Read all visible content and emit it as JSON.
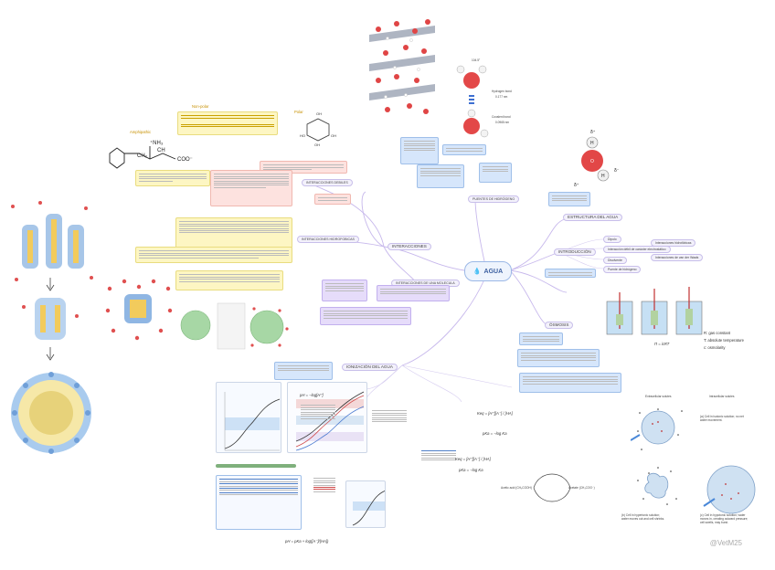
{
  "center": {
    "label": "AGUA"
  },
  "branches": {
    "interacciones": "INTERACCIONES",
    "estructura": "ESTRUCTURA DEL AGUA",
    "introduccion": "INTRODUCCIÓN",
    "osmosis": "ÓSMOSIS",
    "ionizacion": "IONIZACIÓN DEL AGUA",
    "sub_puentes": "PUENTES DE HIDRÓGENO",
    "sub_interacciones_debiles": "INTERACCIONES DEBILES",
    "sub_no_polares": "INTERACCIONES HIDROFOBICAS",
    "sub_disueltos": "INTERACCIONES DE UNA MOLECULA",
    "intro_1": "Dipolo",
    "intro_2": "Interacción débil de carácter electrostático",
    "intro_3": "Disolvente",
    "intro_4": "Puente de hidrógeno",
    "intro_5": "Interacciones hidrofóbicas",
    "intro_6": "Interacciones de van der Waals"
  },
  "molecule_labels": {
    "nonpolar": "Non-polar",
    "polar": "Polar",
    "amphipathic": "Amphipathic",
    "hydrogen_bond": "Hydrogen bond",
    "hydrogen_bond_len": "0.177 nm",
    "covalent_bond": "Covalent bond",
    "covalent_bond_len": "0.0965 nm",
    "angle": "104.5°"
  },
  "osmosis_labels": {
    "formula": "Π = icRT",
    "r_def": "R: gas constant",
    "t_def": "T: absolute temperature",
    "c_def": "c: osmolarity",
    "extracellular": "Extracellular solutes",
    "intracellular": "Intracellular solutes",
    "isotonic": "(a) Cell in isotonic solution; no net water movement.",
    "hypertonic": "(b) Cell in hypertonic solution; water moves out and cell shrinks.",
    "hypotonic": "(c) Cell in hypotonic solution; water moves in, creating outward pressure; cell swells, may burst."
  },
  "equations": {
    "ph": "pH = −log[H⁺]",
    "keq": "Keq = [H⁺][A⁻] / [HA]",
    "pka": "pKa = −log Ka",
    "hh": "pH = pKa + log([A⁻]/[HA])",
    "acetic": "Acetic acid (CH₃COOH)",
    "acetate": "Acetate (CH₃COO⁻)"
  },
  "watermark": "@VetM25"
}
